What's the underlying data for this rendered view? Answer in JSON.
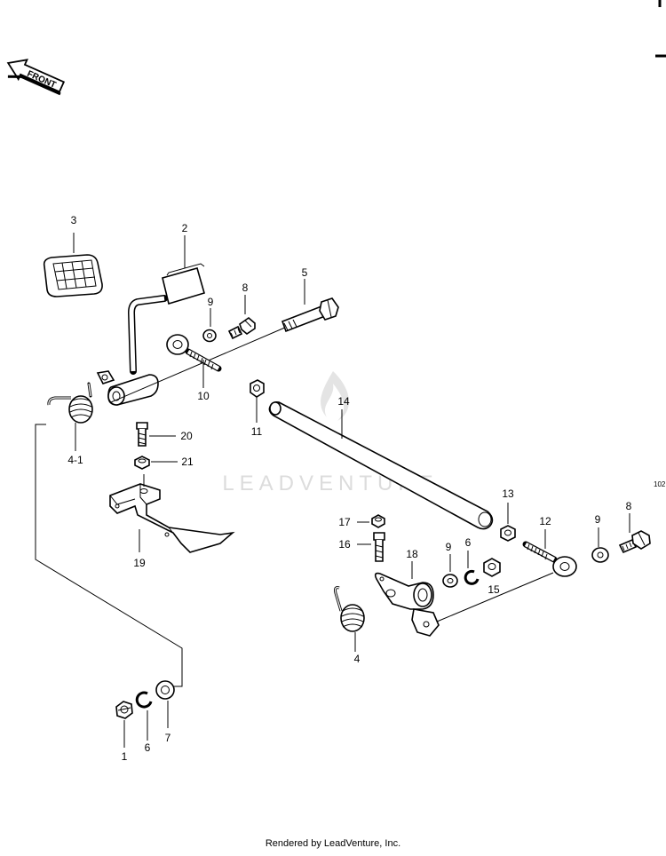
{
  "watermark": "LEADVENTURE",
  "front_label": "FRONT",
  "page_code": "102",
  "footer": "Rendered by LeadVenture, Inc.",
  "callouts": {
    "c1": "1",
    "c2": "2",
    "c3": "3",
    "c4": "4",
    "c4_1": "4-1",
    "c5": "5",
    "c6a": "6",
    "c6b": "6",
    "c7": "7",
    "c8a": "8",
    "c8b": "8",
    "c9a": "9",
    "c9b": "9",
    "c9c": "9",
    "c10": "10",
    "c11": "11",
    "c12": "12",
    "c13": "13",
    "c14": "14",
    "c15": "15",
    "c16": "16",
    "c17": "17",
    "c18": "18",
    "c19": "19",
    "c20": "20",
    "c21": "21"
  }
}
